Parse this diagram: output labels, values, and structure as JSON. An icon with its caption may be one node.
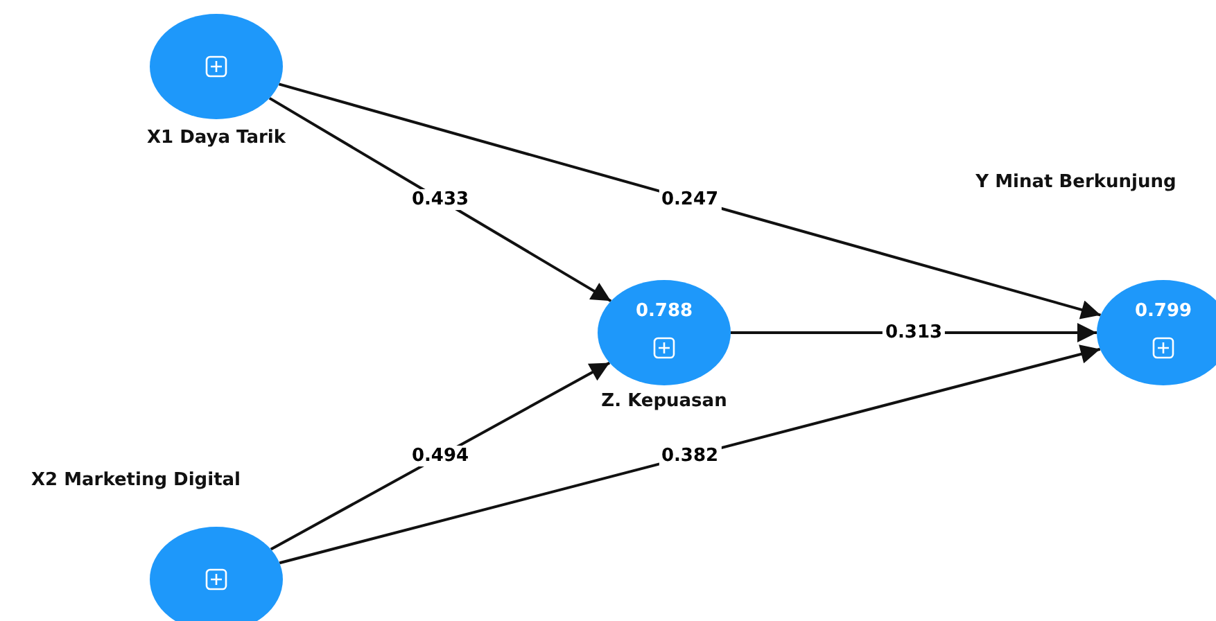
{
  "diagram": {
    "nodes": [
      {
        "text": [
          "X1 Daya Tarik"
        ]
      },
      {
        "text": [
          "0.788",
          "Z. Kepuasan"
        ]
      },
      {
        "text": [
          "Y Minat Berkunjung",
          "0.799"
        ]
      },
      {
        "text": [
          "X2 Marketing Digital"
        ]
      }
    ],
    "edges": [
      {
        "from": 0,
        "to": 1,
        "arrow": "to",
        "label": "0.433"
      },
      {
        "from": 0,
        "to": 2,
        "arrow": "to",
        "label": "0.247"
      },
      {
        "from": 1,
        "to": 2,
        "arrow": "to",
        "label": "0.313"
      },
      {
        "from": 3,
        "to": 1,
        "arrow": "to",
        "label": "0.494"
      },
      {
        "from": 3,
        "to": 2,
        "arrow": "to",
        "label": "0.382"
      }
    ]
  }
}
